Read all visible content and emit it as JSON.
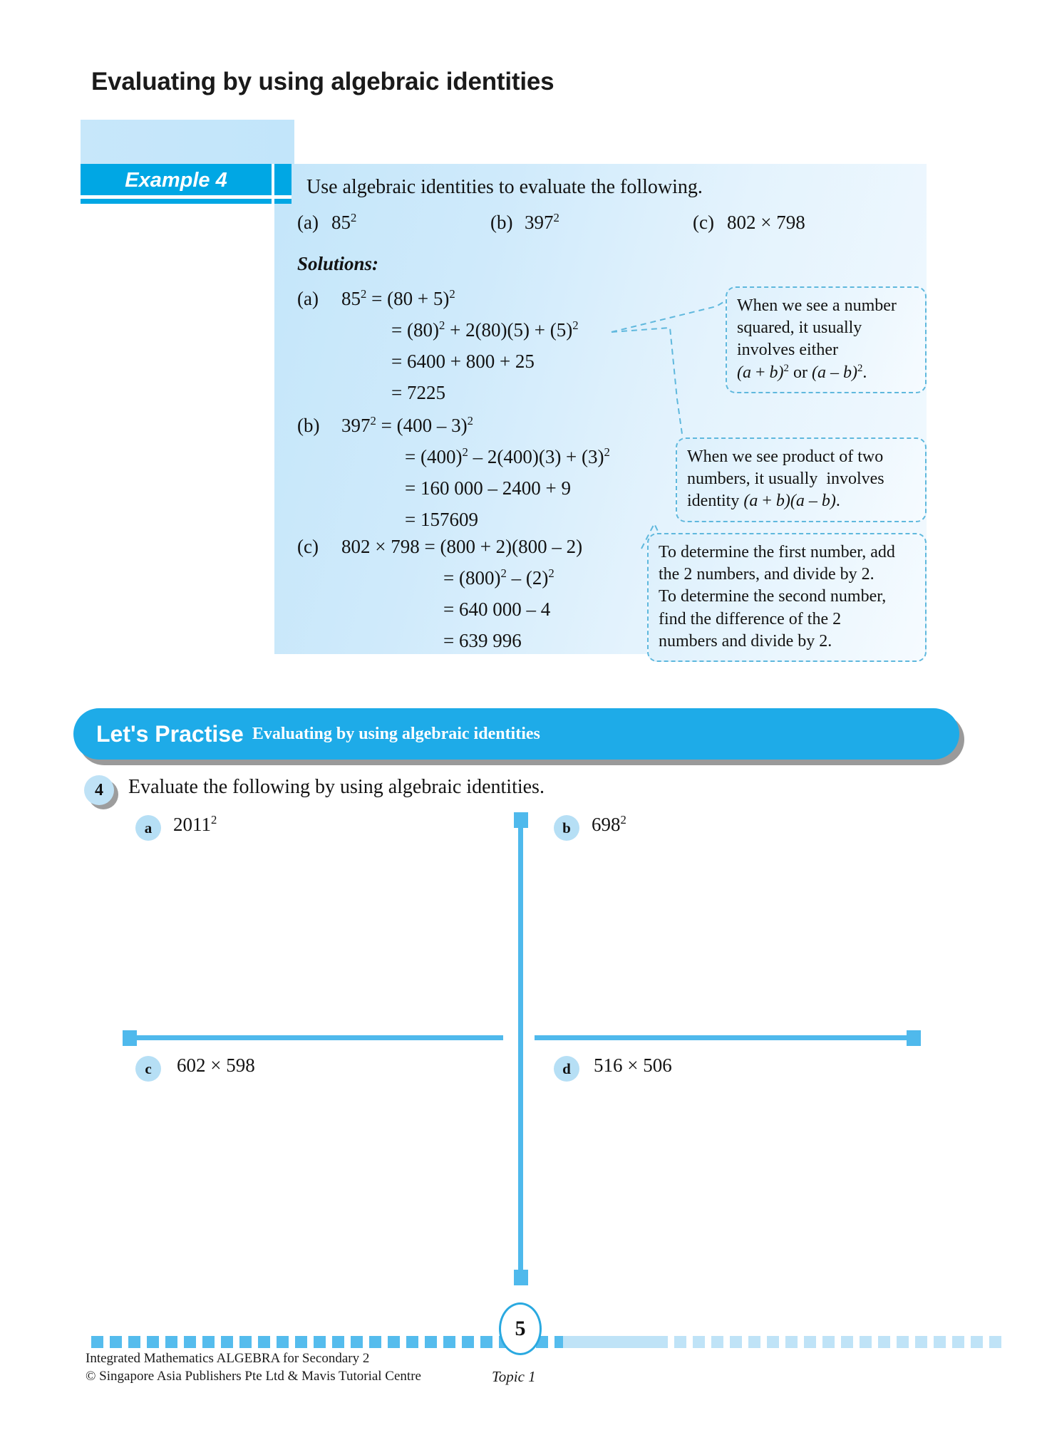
{
  "page_title": "Evaluating by using algebraic identities",
  "example": {
    "tab_label": "Example 4",
    "intro": "Use algebraic identities to evaluate the following.",
    "problems": [
      {
        "label": "(a)",
        "expr_html": "85<sup>2</sup>"
      },
      {
        "label": "(b)",
        "expr_html": "397<sup>2</sup>"
      },
      {
        "label": "(c)",
        "expr_html": "802 × 798"
      }
    ],
    "solutions_heading": "Solutions:",
    "solutions": [
      {
        "label": "(a)",
        "lines": [
          "85<sup>2</sup> = (80 + 5)<sup>2</sup>",
          "= (80)<sup>2</sup> + 2(80)(5) + (5)<sup>2</sup>",
          "= 6400 + 800 + 25",
          "= 7225"
        ]
      },
      {
        "label": "(b)",
        "lines": [
          "397<sup>2</sup> = (400 – 3)<sup>2</sup>",
          "= (400)<sup>2</sup> – 2(400)(3) + (3)<sup>2</sup>",
          "= 160 000 – 2400 + 9",
          "= 157609"
        ]
      },
      {
        "label": "(c)",
        "lines": [
          "802 × 798 = (800 + 2)(800 – 2)",
          "= (800)<sup>2</sup> – (2)<sup>2</sup>",
          "= 640 000 – 4",
          "= 639 996"
        ]
      }
    ],
    "callouts": [
      {
        "html": "When we see a number<br>squared, it usually<br>involves either<br><i>(a</i> + <i>b)</i><sup>2</sup> or <i>(a</i> – <i>b)</i><sup>2</sup>."
      },
      {
        "html": "When we see product of two<br>numbers, it usually&nbsp; involves<br>identity <i>(a</i> + <i>b)(a</i> – <i>b)</i>."
      },
      {
        "html": "To determine the first number, add<br>the 2 numbers, and divide by 2.<br>To determine the second number,<br>find the difference of the 2<br>numbers and divide by 2."
      }
    ]
  },
  "practise": {
    "title": "Let's Practise",
    "subtitle": "Evaluating by using algebraic identities"
  },
  "question": {
    "number": "4",
    "text": "Evaluate the following by using algebraic identities.",
    "parts": [
      {
        "label": "a",
        "expr_html": "2011<sup>2</sup>"
      },
      {
        "label": "b",
        "expr_html": "698<sup>2</sup>"
      },
      {
        "label": "c",
        "expr_html": "602 × 598"
      },
      {
        "label": "d",
        "expr_html": "516 × 506"
      }
    ]
  },
  "footer": {
    "page_number": "5",
    "line1": "Integrated Mathematics ALGEBRA for Secondary 2",
    "line2": "© Singapore Asia Publishers Pte Ltd & Mavis Tutorial Centre",
    "topic": "Topic 1"
  },
  "colors": {
    "accent": "#00a7e4",
    "banner": "#1eabe8",
    "rule": "#4fb9ec",
    "callout_border": "#5fb8dd",
    "badge": "#bfe2f6"
  }
}
